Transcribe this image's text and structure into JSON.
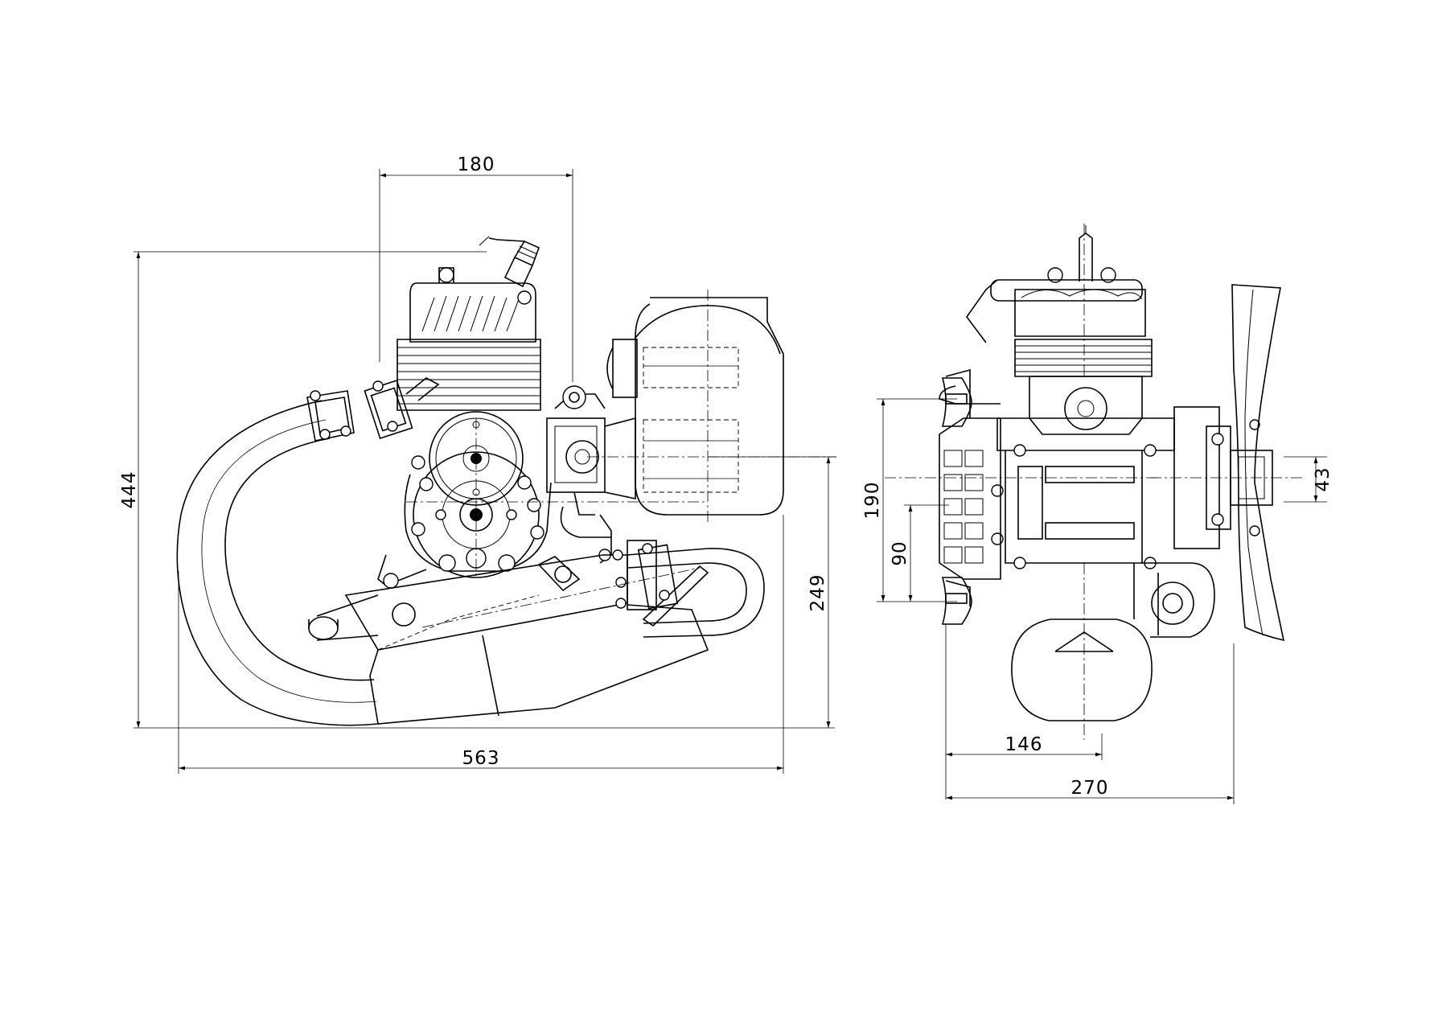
{
  "dimensions": {
    "side_view": {
      "bore_span": "180",
      "overall_height": "444",
      "overall_length": "563",
      "prop_axis_height": "249"
    },
    "front_view": {
      "mount_height": "190",
      "mount_offset": "90",
      "half_width": "146",
      "overall_width": "270",
      "hub_offset": "43"
    }
  }
}
